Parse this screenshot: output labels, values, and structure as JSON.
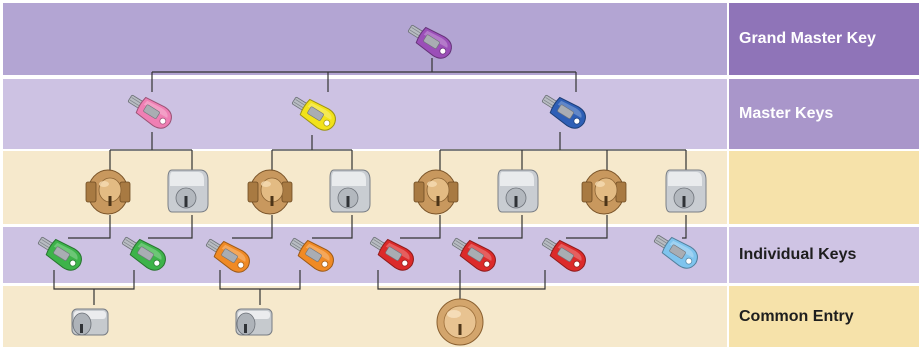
{
  "diagram": {
    "rows": [
      {
        "id": "grand-master",
        "label": "Grand Master Key",
        "band_color": "#b3a5d3",
        "label_bg": "#8f74b8",
        "label_color": "#ffffff"
      },
      {
        "id": "master",
        "label": "Master Keys",
        "band_color": "#cdc2e3",
        "label_bg": "#a996ca",
        "label_color": "#ffffff"
      },
      {
        "id": "cylinders",
        "label": "",
        "band_color": "#f6e9cc",
        "label_bg": "#f6e2aa",
        "label_color": "#333333"
      },
      {
        "id": "individual",
        "label": "Individual Keys",
        "band_color": "#cdc2e3",
        "label_bg": "#cfc4e4",
        "label_color": "#1e1e1e"
      },
      {
        "id": "common",
        "label": "Common Entry",
        "band_color": "#f6e9cc",
        "label_bg": "#f6e2aa",
        "label_color": "#1e1e1e"
      }
    ],
    "key_colors": {
      "grand_master": "#9b4fb8",
      "master": [
        "#ef7fb4",
        "#f2e21a",
        "#2e5fb6"
      ],
      "individual": [
        "#3db34a",
        "#3db34a",
        "#f08a25",
        "#f08a25",
        "#dc2a2a",
        "#dc2a2a",
        "#dc2a2a",
        "#7fc4ee"
      ]
    },
    "cylinder_kinds": [
      "brass",
      "chrome",
      "brass",
      "chrome",
      "brass",
      "chrome",
      "brass",
      "chrome"
    ],
    "common_entry_kinds": [
      "chrome",
      "chrome",
      "brass-round"
    ]
  }
}
